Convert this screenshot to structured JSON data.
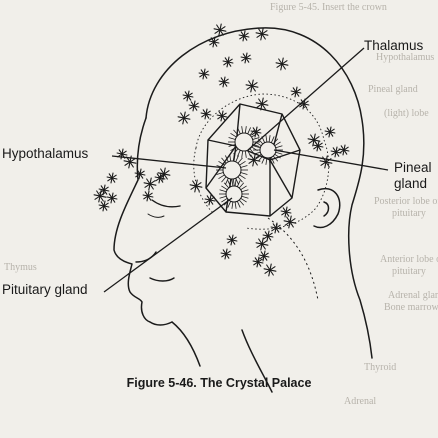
{
  "figure": {
    "caption": "Figure 5-46. The Crystal Palace",
    "labels": {
      "thalamus": "Thalamus",
      "hypothalamus": "Hypothalamus",
      "pineal_line1": "Pineal",
      "pineal_line2": "gland",
      "pituitary": "Pituitary gland"
    }
  },
  "bleed_through": {
    "t1": "Figure 5-45. Insert the crown",
    "t2": "Hypothalamus",
    "t3": "Pineal gland",
    "t4": "(light) lobe",
    "t5": "Posterior lobe of",
    "t6": "pituitary",
    "t7": "Anterior lobe of",
    "t8": "pituitary",
    "t9": "Adrenal glands",
    "t10": "Bone marrow",
    "t11": "Thymus",
    "t12": "Thyroid",
    "t13": "Adrenal"
  },
  "colors": {
    "ink": "#1b1b1b",
    "paper": "#f1efea",
    "bleed": "#b7b3ab"
  }
}
